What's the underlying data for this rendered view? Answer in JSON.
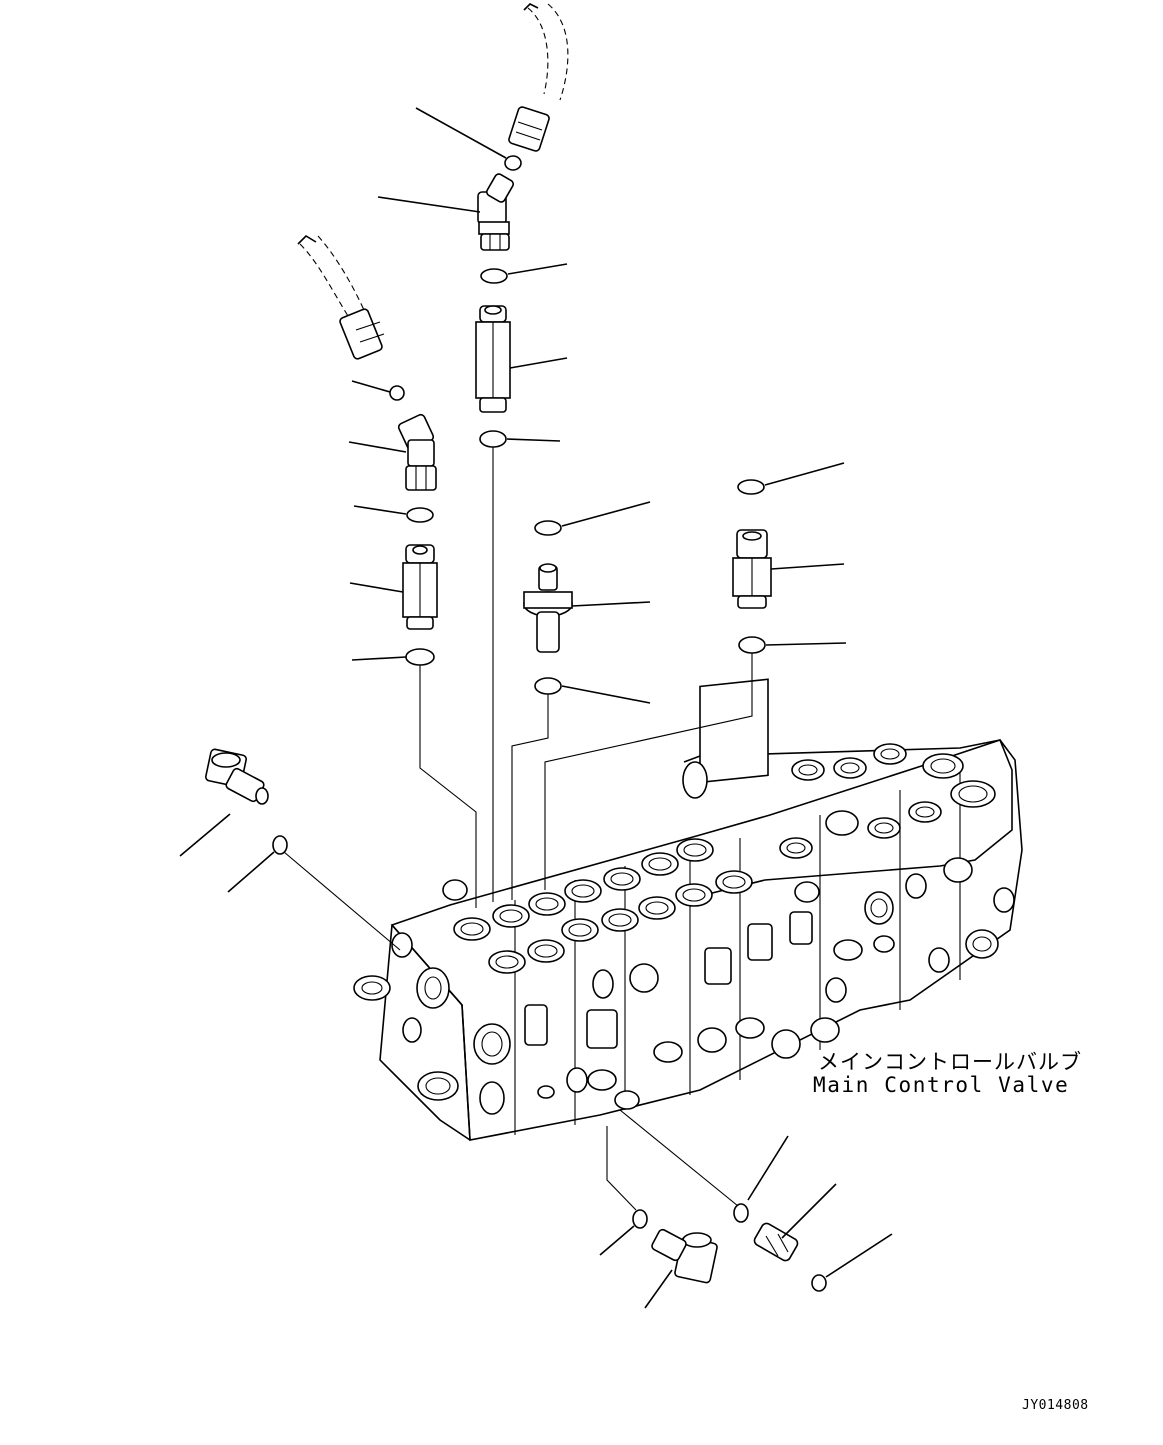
{
  "valve_label": {
    "japanese": "メインコントロールバルブ",
    "english": "Main Control Valve"
  },
  "drawing_code": "JY014808",
  "parts": {
    "o_rings": 14,
    "fittings": 9,
    "hoses": 2
  },
  "colors": {
    "line": "#000000",
    "background": "#ffffff"
  }
}
